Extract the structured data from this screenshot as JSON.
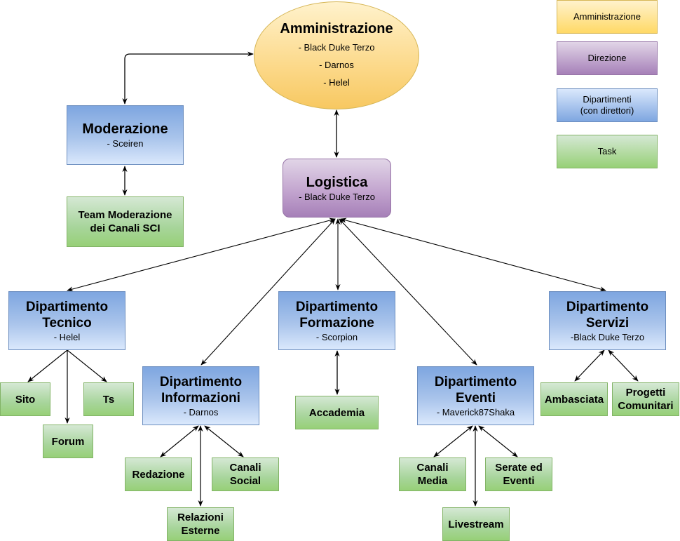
{
  "legend": [
    {
      "label": "Amministrazione",
      "category": "amministrazione",
      "color": "#fcd98a"
    },
    {
      "label": "Direzione",
      "category": "direzione",
      "color": "#c3a5cf"
    },
    {
      "label": "Dipartimenti\n(con direttori)",
      "label_lines": [
        "Dipartimenti",
        "(con direttori)"
      ],
      "category": "dipartimenti",
      "color": "#a9c4eb"
    },
    {
      "label": "Task",
      "category": "task",
      "color": "#a8d59c"
    }
  ],
  "nodes": {
    "amministrazione": {
      "title": "Amministrazione",
      "members": [
        "- Black Duke Terzo",
        "- Darnos",
        "- Helel"
      ],
      "category": "amministrazione"
    },
    "moderazione": {
      "title": "Moderazione",
      "subtitle": "- Sceiren",
      "category": "dipartimenti"
    },
    "team_moderazione": {
      "lines": [
        "Team Moderazione",
        "dei Canali SCI"
      ],
      "category": "task"
    },
    "logistica": {
      "title": "Logistica",
      "subtitle": "- Black Duke Terzo",
      "category": "direzione"
    },
    "dip_tecnico": {
      "lines": [
        "Dipartimento",
        "Tecnico"
      ],
      "subtitle": "- Helel",
      "category": "dipartimenti"
    },
    "dip_informazioni": {
      "lines": [
        "Dipartimento",
        "Informazioni"
      ],
      "subtitle": "- Darnos",
      "category": "dipartimenti"
    },
    "dip_formazione": {
      "lines": [
        "Dipartimento",
        "Formazione"
      ],
      "subtitle": "- Scorpion",
      "category": "dipartimenti"
    },
    "dip_eventi": {
      "lines": [
        "Dipartimento",
        "Eventi"
      ],
      "subtitle": "- Maverick87Shaka",
      "category": "dipartimenti"
    },
    "dip_servizi": {
      "lines": [
        "Dipartimento",
        "Servizi"
      ],
      "subtitle": "-Black Duke Terzo",
      "category": "dipartimenti"
    },
    "sito": {
      "lines": [
        "Sito"
      ],
      "category": "task"
    },
    "forum": {
      "lines": [
        "Forum"
      ],
      "category": "task"
    },
    "ts": {
      "lines": [
        "Ts"
      ],
      "category": "task"
    },
    "redazione": {
      "lines": [
        "Redazione"
      ],
      "category": "task"
    },
    "relazioni_esterne": {
      "lines": [
        "Relazioni",
        "Esterne"
      ],
      "category": "task"
    },
    "canali_social": {
      "lines": [
        "Canali",
        "Social"
      ],
      "category": "task"
    },
    "accademia": {
      "lines": [
        "Accademia"
      ],
      "category": "task"
    },
    "canali_media": {
      "lines": [
        "Canali",
        "Media"
      ],
      "category": "task"
    },
    "livestream": {
      "lines": [
        "Livestream"
      ],
      "category": "task"
    },
    "serate_eventi": {
      "lines": [
        "Serate ed",
        "Eventi"
      ],
      "category": "task"
    },
    "ambasciata": {
      "lines": [
        "Ambasciata"
      ],
      "category": "task"
    },
    "progetti_comunitari": {
      "lines": [
        "Progetti",
        "Comunitari"
      ],
      "category": "task"
    }
  },
  "edges": [
    {
      "from": "moderazione",
      "to": "amministrazione",
      "direction": "both"
    },
    {
      "from": "moderazione",
      "to": "team_moderazione",
      "direction": "both"
    },
    {
      "from": "amministrazione",
      "to": "logistica",
      "direction": "both"
    },
    {
      "from": "logistica",
      "to": "dip_tecnico",
      "direction": "both"
    },
    {
      "from": "logistica",
      "to": "dip_informazioni",
      "direction": "both"
    },
    {
      "from": "logistica",
      "to": "dip_formazione",
      "direction": "both"
    },
    {
      "from": "logistica",
      "to": "dip_eventi",
      "direction": "both"
    },
    {
      "from": "logistica",
      "to": "dip_servizi",
      "direction": "both"
    },
    {
      "from": "dip_tecnico",
      "to": "sito",
      "direction": "forward"
    },
    {
      "from": "dip_tecnico",
      "to": "forum",
      "direction": "forward"
    },
    {
      "from": "dip_tecnico",
      "to": "ts",
      "direction": "forward"
    },
    {
      "from": "dip_informazioni",
      "to": "redazione",
      "direction": "both"
    },
    {
      "from": "dip_informazioni",
      "to": "relazioni_esterne",
      "direction": "both"
    },
    {
      "from": "dip_informazioni",
      "to": "canali_social",
      "direction": "both"
    },
    {
      "from": "dip_formazione",
      "to": "accademia",
      "direction": "both"
    },
    {
      "from": "dip_eventi",
      "to": "canali_media",
      "direction": "both"
    },
    {
      "from": "dip_eventi",
      "to": "livestream",
      "direction": "both"
    },
    {
      "from": "dip_eventi",
      "to": "serate_eventi",
      "direction": "both"
    },
    {
      "from": "dip_servizi",
      "to": "ambasciata",
      "direction": "both"
    },
    {
      "from": "dip_servizi",
      "to": "progetti_comunitari",
      "direction": "both"
    }
  ]
}
